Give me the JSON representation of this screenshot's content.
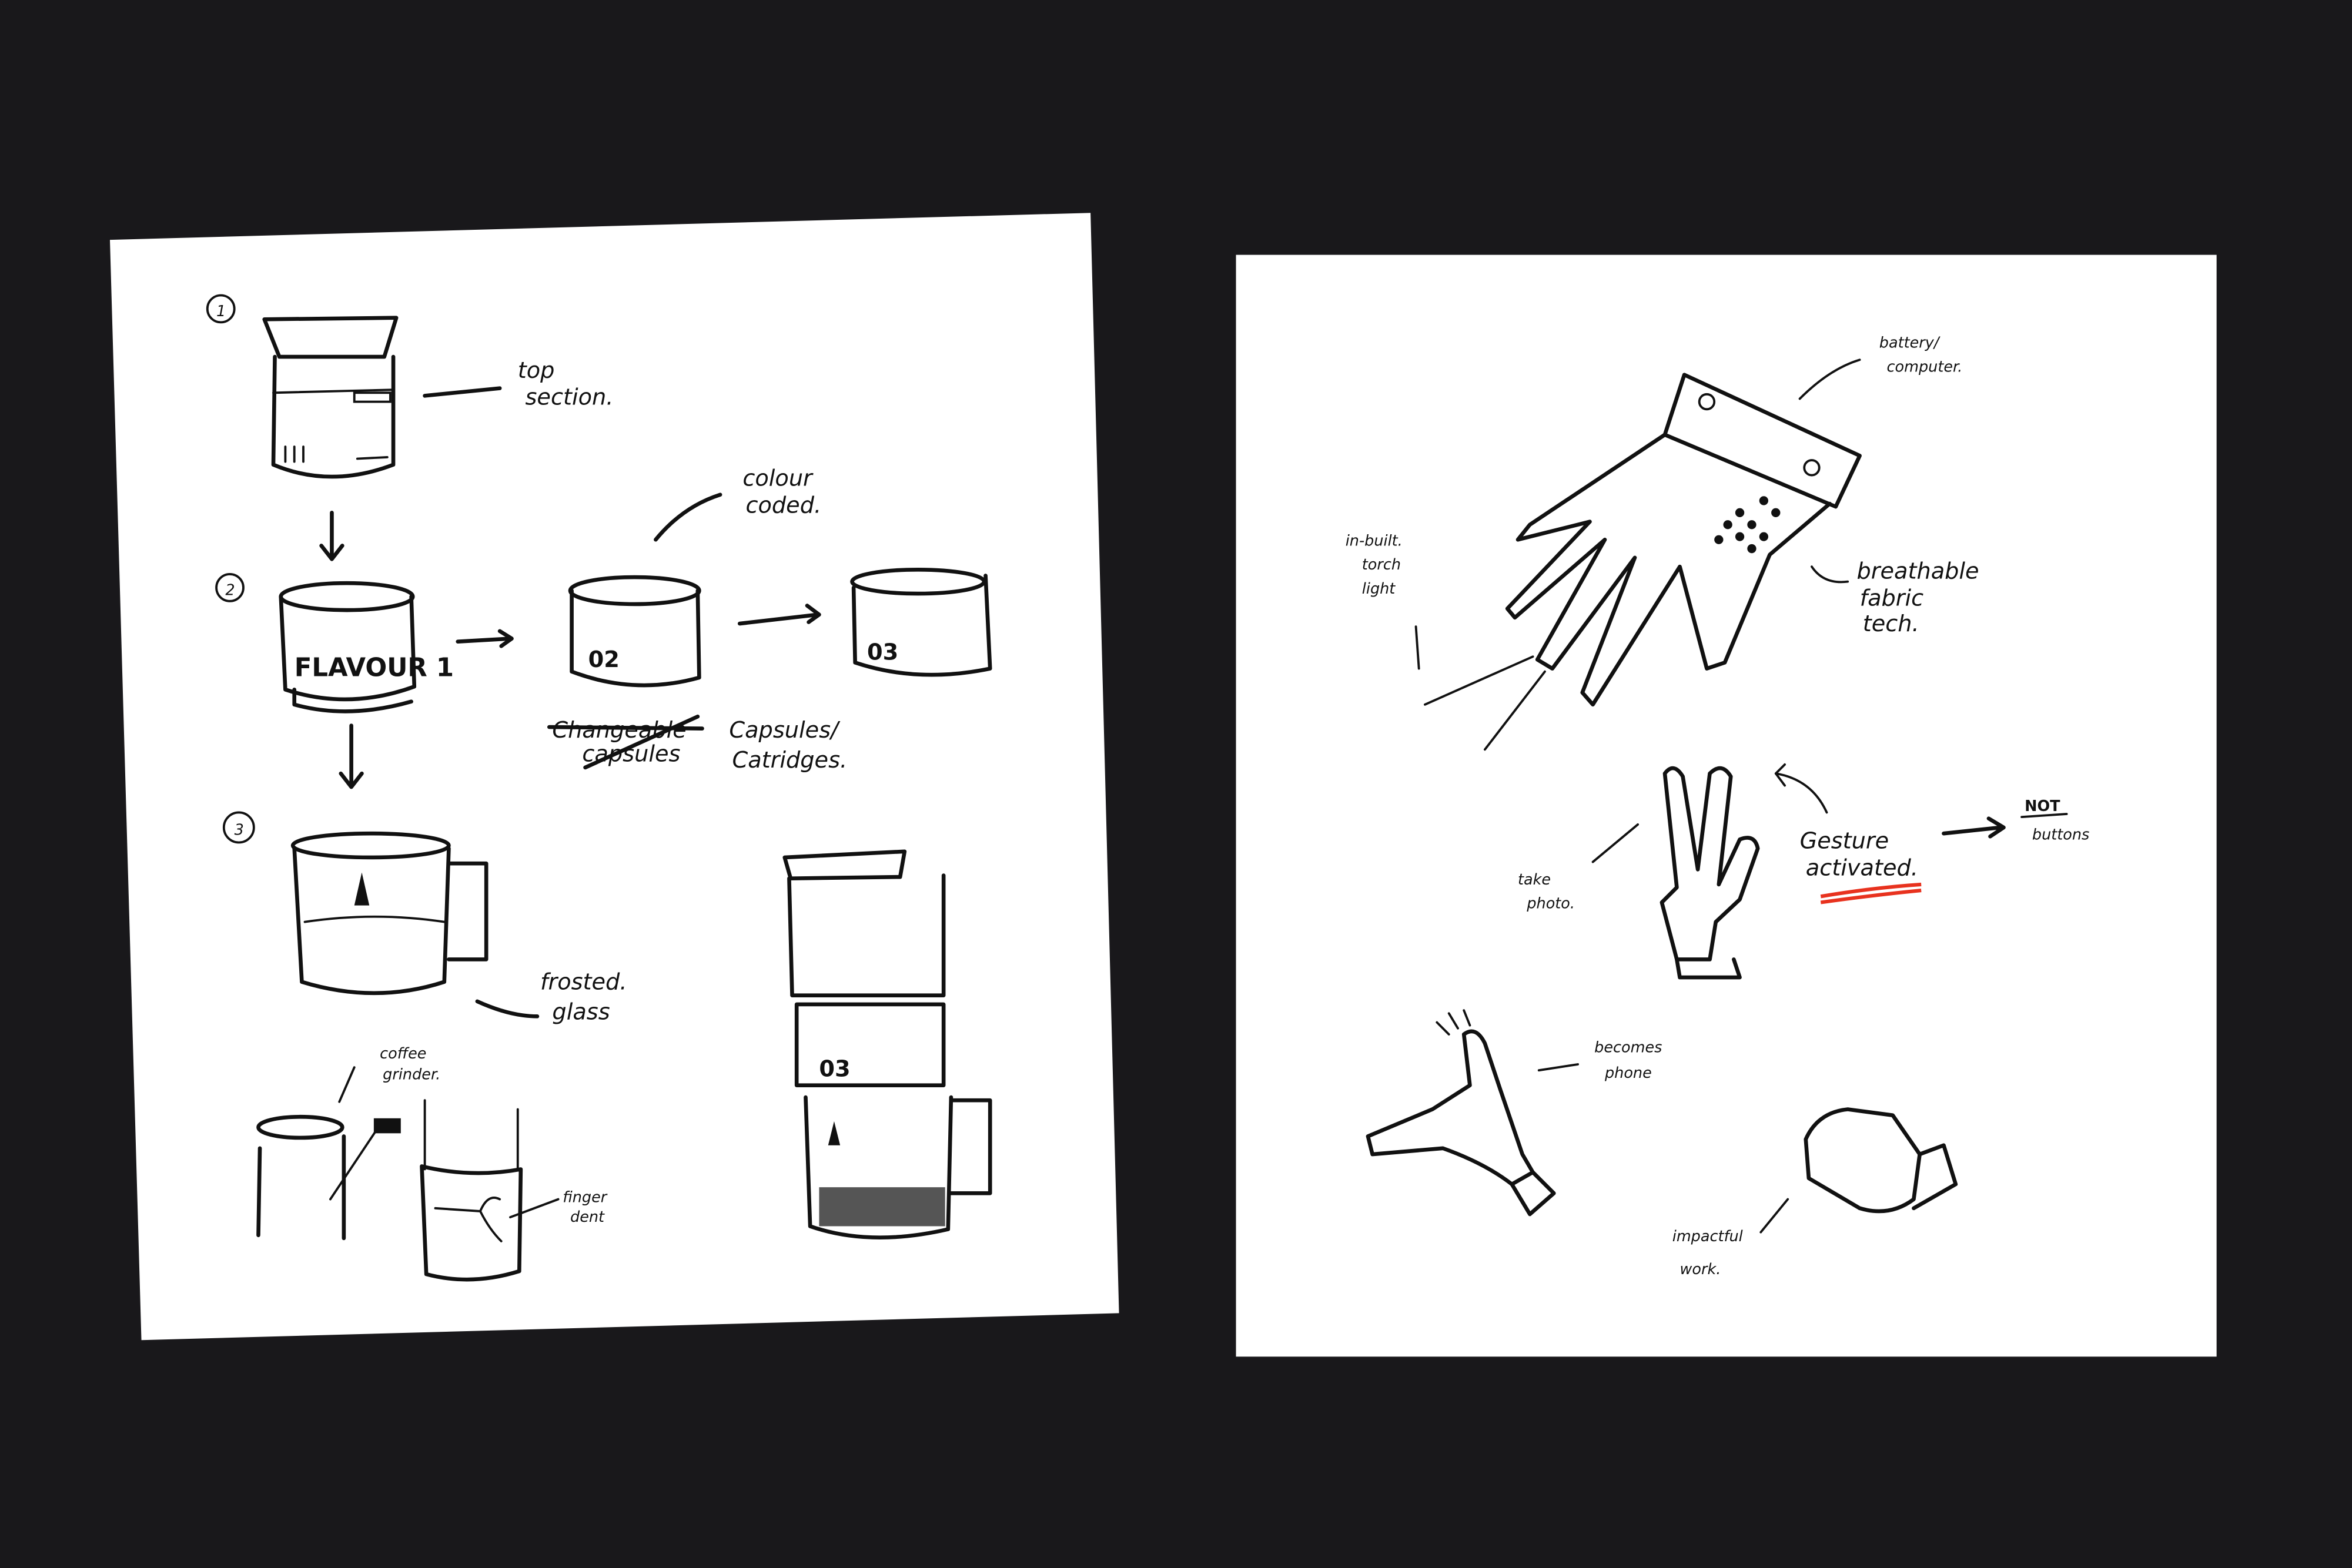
{
  "background_color": "#19181b",
  "paper_color": "#ffffff",
  "accent_color": "#e8321e",
  "left_sketch": {
    "step_numbers": [
      "1",
      "2",
      "3"
    ],
    "top_section_label": [
      "top",
      "section."
    ],
    "colour_coded_label": [
      "colour",
      "coded."
    ],
    "capsule_labels": [
      "FLAVOUR 1",
      "02",
      "03"
    ],
    "crossed_out_label": [
      "Changeable",
      "capsules"
    ],
    "capsules_label": [
      "Capsules/",
      "Catridges."
    ],
    "frosted_glass_label": [
      "frosted.",
      "glass"
    ],
    "coffee_grinder_label": [
      "coffee",
      "grinder."
    ],
    "finger_dent_label": [
      "finger",
      "dent"
    ],
    "stacked_capsule_label": "03"
  },
  "right_sketch": {
    "battery_label": [
      "battery/",
      "computer."
    ],
    "torch_label": [
      "in-built.",
      "torch",
      "light"
    ],
    "fabric_label": [
      "breathable",
      "fabric",
      "tech."
    ],
    "take_photo_label": [
      "take",
      "photo."
    ],
    "gesture_label": [
      "Gesture",
      "activated."
    ],
    "not_buttons_label": [
      "NOT",
      "buttons"
    ],
    "becomes_phone_label": [
      "becomes",
      "phone"
    ],
    "impactful_label": [
      "impactful",
      "work."
    ]
  }
}
